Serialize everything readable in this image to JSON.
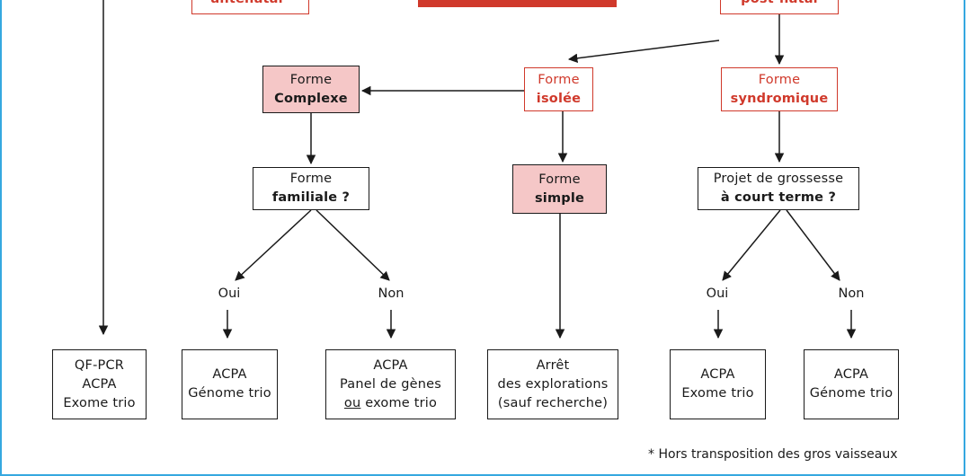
{
  "nodes": {
    "antenatal": {
      "line1": "antenatal*"
    },
    "postnatal": {
      "line1": "post-natal"
    },
    "complexe": {
      "line1": "Forme",
      "line2": "Complexe"
    },
    "isolee": {
      "line1": "Forme",
      "line2": "isolée"
    },
    "syndromique": {
      "line1": "Forme",
      "line2": "syndromique"
    },
    "familiale": {
      "line1": "Forme",
      "line2": "familiale ?"
    },
    "simple": {
      "line1": "Forme",
      "line2": "simple"
    },
    "grossesse": {
      "line1": "Projet de grossesse",
      "line2": "à court terme ?"
    },
    "qfpcr": {
      "line1": "QF-PCR",
      "line2": "ACPA",
      "line3": "Exome trio"
    },
    "acpa_genome_1": {
      "line1": "ACPA",
      "line2": "Génome trio"
    },
    "acpa_panel": {
      "line1": "ACPA",
      "line2": "Panel de gènes",
      "line3_u": "ou",
      "line3_rest": " exome trio"
    },
    "arret": {
      "line1": "Arrêt",
      "line2": "des explorations",
      "line3": "(sauf recherche)"
    },
    "acpa_exome": {
      "line1": "ACPA",
      "line2": "Exome trio"
    },
    "acpa_genome_2": {
      "line1": "ACPA",
      "line2": "Génome trio"
    }
  },
  "labels": {
    "oui_left": "Oui",
    "non_left": "Non",
    "oui_right": "Oui",
    "non_right": "Non"
  },
  "footnote": "* Hors transposition des gros vaisseaux",
  "colors": {
    "accent_red": "#d0392b",
    "pink_fill": "#f5c7c7",
    "frame_blue": "#35a8e0"
  }
}
